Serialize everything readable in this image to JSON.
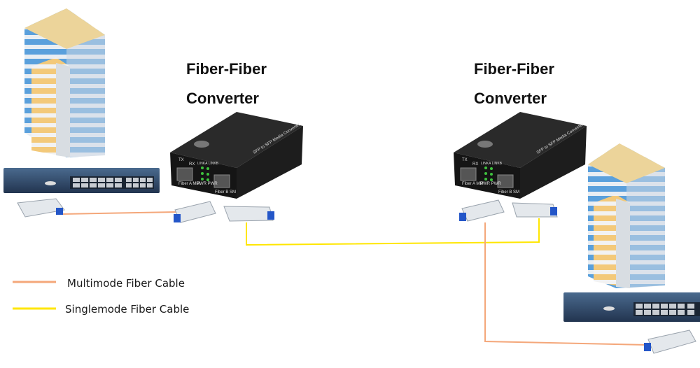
{
  "converters": [
    {
      "title_line1": "Fiber-Fiber",
      "title_line2": "Converter",
      "side_label": "SFP to SFP Media Converter",
      "port_a": "Fiber A MM",
      "port_b": "Fiber B SM",
      "tx": "TX",
      "rx": "RX",
      "leds_top": "LINKA LINKB",
      "leds_bottom": "PWR PWR"
    },
    {
      "title_line1": "Fiber-Fiber",
      "title_line2": "Converter",
      "side_label": "SFP to SFP Media Converter",
      "port_a": "Fiber A MM",
      "port_b": "Fiber B SM",
      "tx": "TX",
      "rx": "RX",
      "leds_top": "LINKA LINKB",
      "leds_bottom": "PWR PWR"
    }
  ],
  "legend": [
    {
      "label": "Multimode Fiber Cable",
      "color": "#F4A77A"
    },
    {
      "label": "Singlemode Fiber Cable",
      "color": "#FFE600"
    }
  ]
}
